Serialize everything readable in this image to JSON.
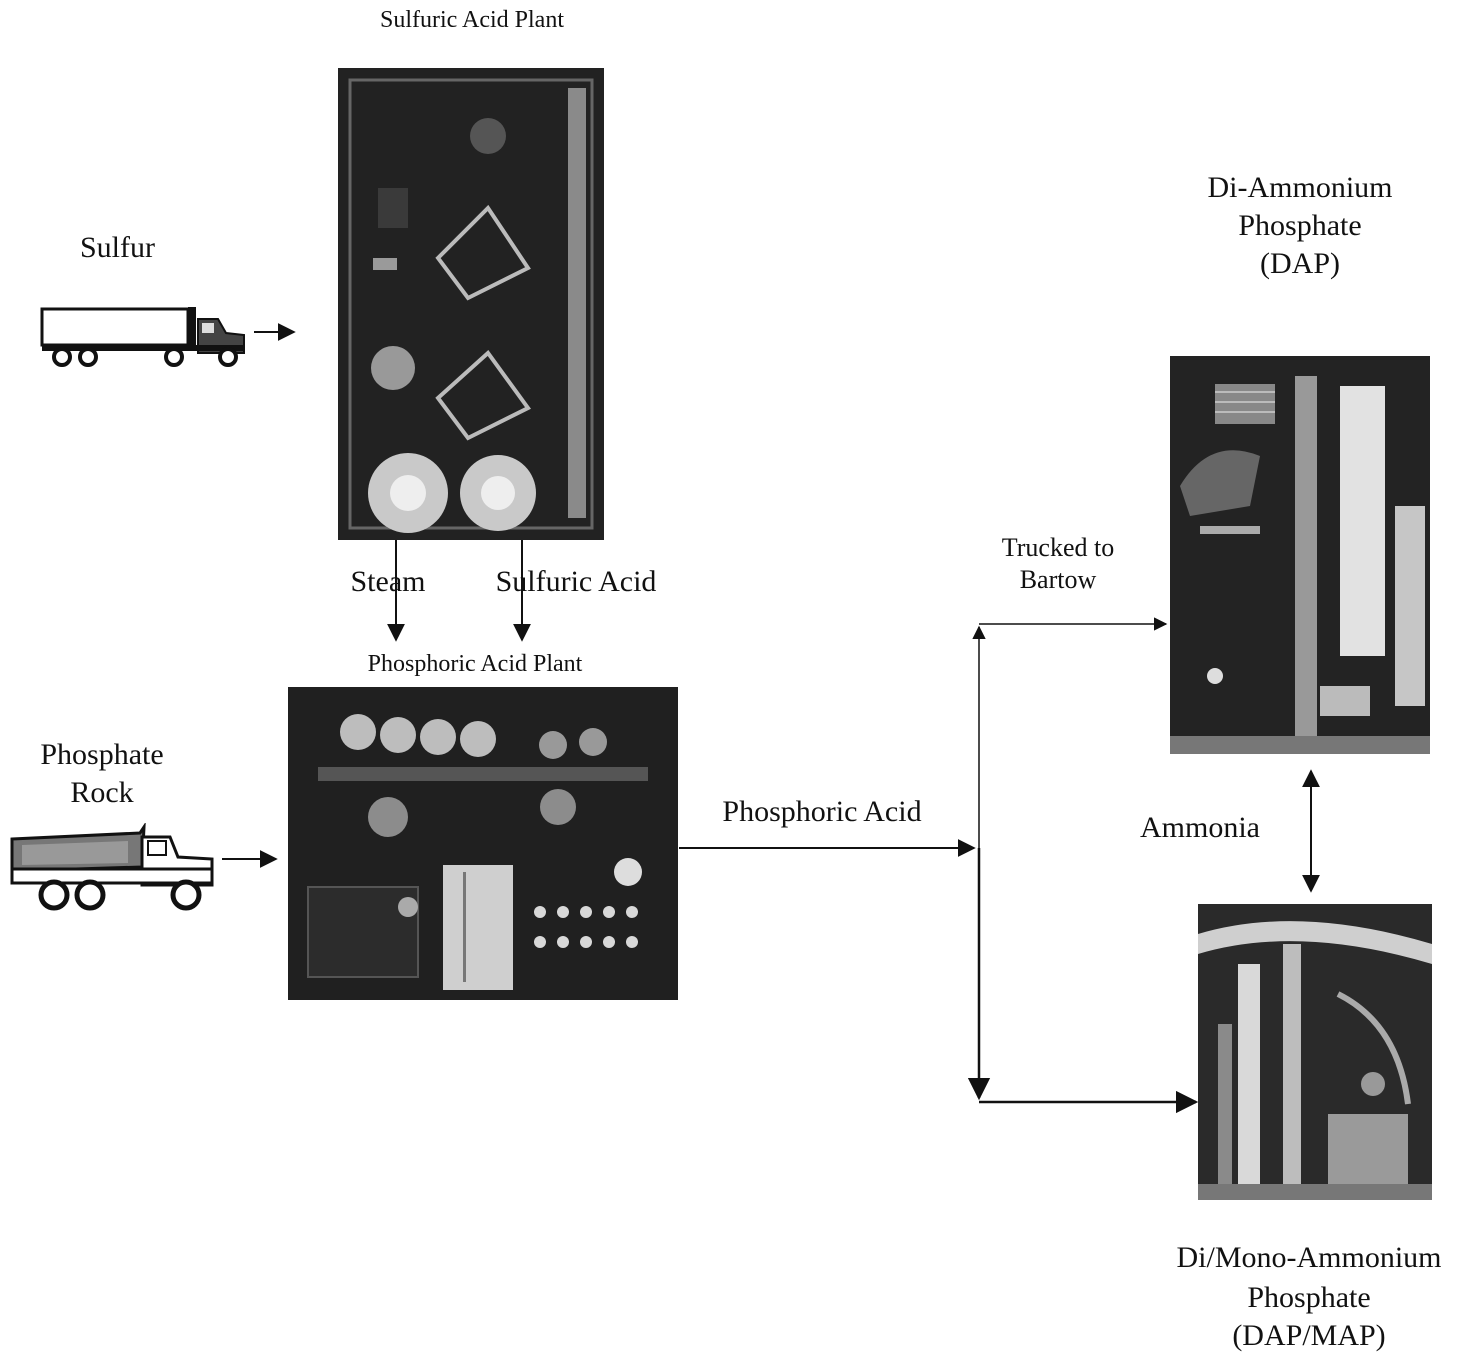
{
  "labels": {
    "sulfuric_plant_title": "Sulfuric Acid Plant",
    "sulfur": "Sulfur",
    "steam": "Steam",
    "sulfuric_acid": "Sulfuric Acid",
    "phosphoric_plant_title": "Phosphoric Acid Plant",
    "phosphate_rock_1": "Phosphate",
    "phosphate_rock_2": "Rock",
    "phosphoric_acid": "Phosphoric Acid",
    "trucked_1": "Trucked to",
    "trucked_2": "Bartow",
    "dap_1": "Di-Ammonium",
    "dap_2": "Phosphate",
    "dap_3": "(DAP)",
    "ammonia": "Ammonia",
    "dapmap_1": "Di/Mono-Ammonium",
    "dapmap_2": "Phosphate",
    "dapmap_3": "(DAP/MAP)"
  }
}
